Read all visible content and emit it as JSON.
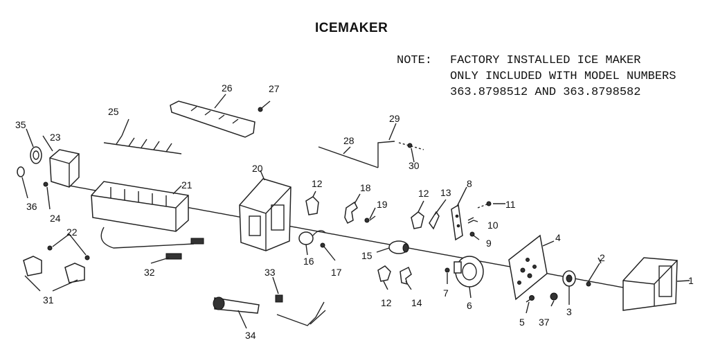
{
  "title": "ICEMAKER",
  "note": {
    "prefix": "NOTE:",
    "lines": [
      "FACTORY INSTALLED ICE MAKER",
      "ONLY INCLUDED WITH MODEL NUMBERS",
      "363.8798512 AND 363.8798582"
    ]
  },
  "part_labels": {
    "p1": "1",
    "p2": "2",
    "p3": "3",
    "p4": "4",
    "p5": "5",
    "p6": "6",
    "p7": "7",
    "p8": "8",
    "p9": "9",
    "p10": "10",
    "p11": "11",
    "p12a": "12",
    "p12b": "12",
    "p12c": "12",
    "p13": "13",
    "p14": "14",
    "p15": "15",
    "p16": "16",
    "p17": "17",
    "p18": "18",
    "p19": "19",
    "p20": "20",
    "p21": "21",
    "p22": "22",
    "p23": "23",
    "p24": "24",
    "p25": "25",
    "p26": "26",
    "p27": "27",
    "p28": "28",
    "p29": "29",
    "p30": "30",
    "p31": "31",
    "p32": "32",
    "p33": "33",
    "p34": "34",
    "p35": "35",
    "p36": "36",
    "p37": "37"
  }
}
